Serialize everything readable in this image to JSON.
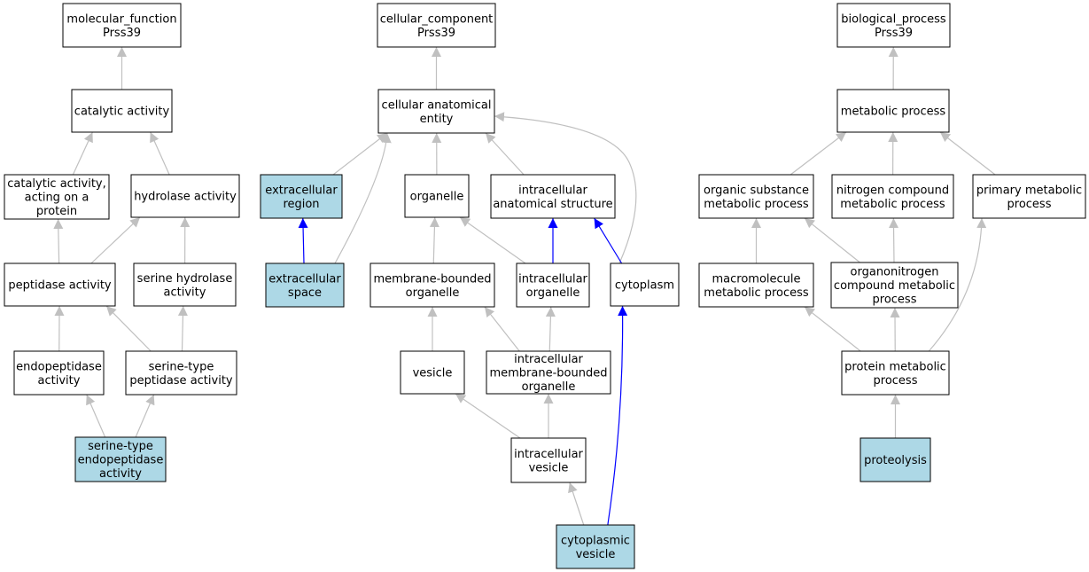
{
  "colors": {
    "node_fill": "#ffffff",
    "highlight_fill": "#add8e6",
    "border": "#000000",
    "edge": "#c0c0c0",
    "edge_highlight": "#0000ff"
  },
  "nodes": [
    {
      "id": "molecular_function",
      "lines": [
        "molecular_function",
        "Prss39"
      ],
      "highlight": false
    },
    {
      "id": "catalytic_activity",
      "lines": [
        "catalytic activity"
      ],
      "highlight": false
    },
    {
      "id": "catalytic_activity_protein",
      "lines": [
        "catalytic activity,",
        "acting on a",
        "protein"
      ],
      "highlight": false
    },
    {
      "id": "hydrolase_activity",
      "lines": [
        "hydrolase activity"
      ],
      "highlight": false
    },
    {
      "id": "peptidase_activity",
      "lines": [
        "peptidase activity"
      ],
      "highlight": false
    },
    {
      "id": "serine_hydrolase_activity",
      "lines": [
        "serine hydrolase",
        "activity"
      ],
      "highlight": false
    },
    {
      "id": "endopeptidase_activity",
      "lines": [
        "endopeptidase",
        "activity"
      ],
      "highlight": false
    },
    {
      "id": "serine_type_peptidase_activity",
      "lines": [
        "serine-type",
        "peptidase activity"
      ],
      "highlight": false
    },
    {
      "id": "serine_type_endopeptidase_activity",
      "lines": [
        "serine-type",
        "endopeptidase",
        "activity"
      ],
      "highlight": true
    },
    {
      "id": "cellular_component",
      "lines": [
        "cellular_component",
        "Prss39"
      ],
      "highlight": false
    },
    {
      "id": "cellular_anatomical_entity",
      "lines": [
        "cellular anatomical",
        "entity"
      ],
      "highlight": false
    },
    {
      "id": "extracellular_region",
      "lines": [
        "extracellular",
        "region"
      ],
      "highlight": true
    },
    {
      "id": "organelle",
      "lines": [
        "organelle"
      ],
      "highlight": false
    },
    {
      "id": "intracellular_anatomical_structure",
      "lines": [
        "intracellular",
        "anatomical structure"
      ],
      "highlight": false
    },
    {
      "id": "extracellular_space",
      "lines": [
        "extracellular",
        "space"
      ],
      "highlight": true
    },
    {
      "id": "membrane_bounded_organelle",
      "lines": [
        "membrane-bounded",
        "organelle"
      ],
      "highlight": false
    },
    {
      "id": "intracellular_organelle",
      "lines": [
        "intracellular",
        "organelle"
      ],
      "highlight": false
    },
    {
      "id": "cytoplasm",
      "lines": [
        "cytoplasm"
      ],
      "highlight": false
    },
    {
      "id": "vesicle",
      "lines": [
        "vesicle"
      ],
      "highlight": false
    },
    {
      "id": "intracellular_membrane_bounded_organelle",
      "lines": [
        "intracellular",
        "membrane-bounded",
        "organelle"
      ],
      "highlight": false
    },
    {
      "id": "intracellular_vesicle",
      "lines": [
        "intracellular",
        "vesicle"
      ],
      "highlight": false
    },
    {
      "id": "cytoplasmic_vesicle",
      "lines": [
        "cytoplasmic",
        "vesicle"
      ],
      "highlight": true
    },
    {
      "id": "biological_process",
      "lines": [
        "biological_process",
        "Prss39"
      ],
      "highlight": false
    },
    {
      "id": "metabolic_process",
      "lines": [
        "metabolic process"
      ],
      "highlight": false
    },
    {
      "id": "organic_substance_metabolic_process",
      "lines": [
        "organic substance",
        "metabolic process"
      ],
      "highlight": false
    },
    {
      "id": "nitrogen_compound_metabolic_process",
      "lines": [
        "nitrogen compound",
        "metabolic process"
      ],
      "highlight": false
    },
    {
      "id": "primary_metabolic_process",
      "lines": [
        "primary metabolic",
        "process"
      ],
      "highlight": false
    },
    {
      "id": "macromolecule_metabolic_process",
      "lines": [
        "macromolecule",
        "metabolic process"
      ],
      "highlight": false
    },
    {
      "id": "organonitrogen_compound_metabolic_process",
      "lines": [
        "organonitrogen",
        "compound metabolic",
        "process"
      ],
      "highlight": false
    },
    {
      "id": "protein_metabolic_process",
      "lines": [
        "protein metabolic",
        "process"
      ],
      "highlight": false
    },
    {
      "id": "proteolysis",
      "lines": [
        "proteolysis"
      ],
      "highlight": true
    }
  ],
  "edges": [
    {
      "from": "catalytic_activity",
      "to": "molecular_function",
      "highlight": false
    },
    {
      "from": "catalytic_activity_protein",
      "to": "catalytic_activity",
      "highlight": false
    },
    {
      "from": "hydrolase_activity",
      "to": "catalytic_activity",
      "highlight": false
    },
    {
      "from": "peptidase_activity",
      "to": "catalytic_activity_protein",
      "highlight": false
    },
    {
      "from": "peptidase_activity",
      "to": "hydrolase_activity",
      "highlight": false
    },
    {
      "from": "serine_hydrolase_activity",
      "to": "hydrolase_activity",
      "highlight": false
    },
    {
      "from": "endopeptidase_activity",
      "to": "peptidase_activity",
      "highlight": false
    },
    {
      "from": "serine_type_peptidase_activity",
      "to": "peptidase_activity",
      "highlight": false
    },
    {
      "from": "serine_type_peptidase_activity",
      "to": "serine_hydrolase_activity",
      "highlight": false
    },
    {
      "from": "serine_type_endopeptidase_activity",
      "to": "endopeptidase_activity",
      "highlight": false
    },
    {
      "from": "serine_type_endopeptidase_activity",
      "to": "serine_type_peptidase_activity",
      "highlight": false
    },
    {
      "from": "cellular_anatomical_entity",
      "to": "cellular_component",
      "highlight": false
    },
    {
      "from": "extracellular_region",
      "to": "cellular_anatomical_entity",
      "highlight": false
    },
    {
      "from": "extracellular_space",
      "to": "cellular_anatomical_entity",
      "highlight": false
    },
    {
      "from": "organelle",
      "to": "cellular_anatomical_entity",
      "highlight": false
    },
    {
      "from": "intracellular_anatomical_structure",
      "to": "cellular_anatomical_entity",
      "highlight": false
    },
    {
      "from": "cytoplasm",
      "to": "cellular_anatomical_entity",
      "highlight": false
    },
    {
      "from": "extracellular_space",
      "to": "extracellular_region",
      "highlight": true
    },
    {
      "from": "membrane_bounded_organelle",
      "to": "organelle",
      "highlight": false
    },
    {
      "from": "intracellular_organelle",
      "to": "organelle",
      "highlight": false
    },
    {
      "from": "intracellular_organelle",
      "to": "intracellular_anatomical_structure",
      "highlight": true
    },
    {
      "from": "cytoplasm",
      "to": "intracellular_anatomical_structure",
      "highlight": true
    },
    {
      "from": "vesicle",
      "to": "membrane_bounded_organelle",
      "highlight": false
    },
    {
      "from": "intracellular_membrane_bounded_organelle",
      "to": "membrane_bounded_organelle",
      "highlight": false
    },
    {
      "from": "intracellular_membrane_bounded_organelle",
      "to": "intracellular_organelle",
      "highlight": false
    },
    {
      "from": "intracellular_vesicle",
      "to": "vesicle",
      "highlight": false
    },
    {
      "from": "intracellular_vesicle",
      "to": "intracellular_membrane_bounded_organelle",
      "highlight": false
    },
    {
      "from": "cytoplasmic_vesicle",
      "to": "intracellular_vesicle",
      "highlight": false
    },
    {
      "from": "cytoplasmic_vesicle",
      "to": "cytoplasm",
      "highlight": true
    },
    {
      "from": "metabolic_process",
      "to": "biological_process",
      "highlight": false
    },
    {
      "from": "organic_substance_metabolic_process",
      "to": "metabolic_process",
      "highlight": false
    },
    {
      "from": "nitrogen_compound_metabolic_process",
      "to": "metabolic_process",
      "highlight": false
    },
    {
      "from": "primary_metabolic_process",
      "to": "metabolic_process",
      "highlight": false
    },
    {
      "from": "macromolecule_metabolic_process",
      "to": "organic_substance_metabolic_process",
      "highlight": false
    },
    {
      "from": "organonitrogen_compound_metabolic_process",
      "to": "organic_substance_metabolic_process",
      "highlight": false
    },
    {
      "from": "organonitrogen_compound_metabolic_process",
      "to": "nitrogen_compound_metabolic_process",
      "highlight": false
    },
    {
      "from": "protein_metabolic_process",
      "to": "macromolecule_metabolic_process",
      "highlight": false
    },
    {
      "from": "protein_metabolic_process",
      "to": "organonitrogen_compound_metabolic_process",
      "highlight": false
    },
    {
      "from": "protein_metabolic_process",
      "to": "primary_metabolic_process",
      "highlight": false
    },
    {
      "from": "proteolysis",
      "to": "protein_metabolic_process",
      "highlight": false
    }
  ]
}
